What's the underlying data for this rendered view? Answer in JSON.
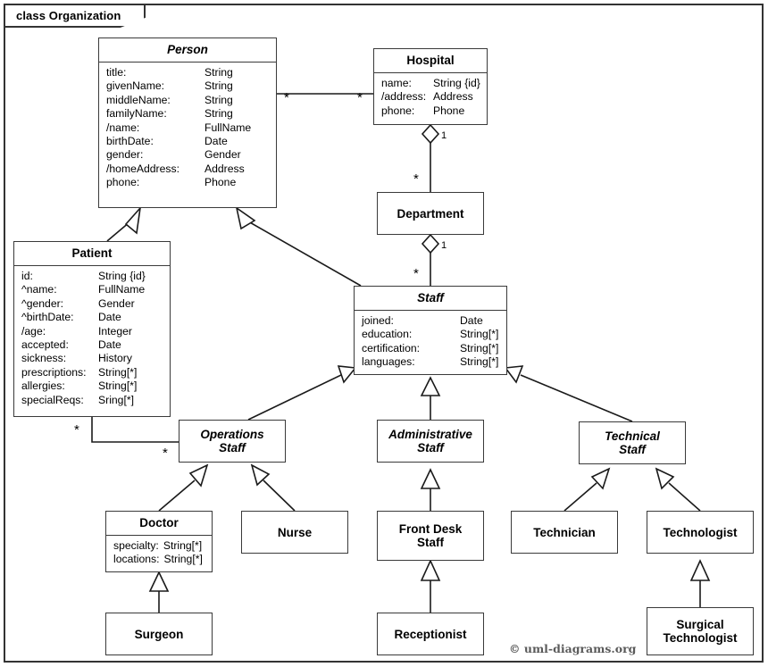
{
  "frame": {
    "label": "class Organization"
  },
  "credit": "© uml-diagrams.org",
  "classes": {
    "person": {
      "name": "Person",
      "attrs": [
        {
          "name": "title:",
          "type": "String"
        },
        {
          "name": "givenName:",
          "type": "String"
        },
        {
          "name": "middleName:",
          "type": "String"
        },
        {
          "name": "familyName:",
          "type": "String"
        },
        {
          "name": "/name:",
          "type": "FullName"
        },
        {
          "name": "birthDate:",
          "type": "Date"
        },
        {
          "name": "gender:",
          "type": "Gender"
        },
        {
          "name": "/homeAddress:",
          "type": "Address"
        },
        {
          "name": "phone:",
          "type": "Phone"
        }
      ]
    },
    "hospital": {
      "name": "Hospital",
      "attrs": [
        {
          "name": "name:",
          "type": "String {id}"
        },
        {
          "name": "/address:",
          "type": "Address"
        },
        {
          "name": "phone:",
          "type": "Phone"
        }
      ]
    },
    "department": {
      "name": "Department",
      "attrs": []
    },
    "patient": {
      "name": "Patient",
      "attrs": [
        {
          "name": "id:",
          "type": "String {id}"
        },
        {
          "name": "^name:",
          "type": "FullName"
        },
        {
          "name": "^gender:",
          "type": "Gender"
        },
        {
          "name": "^birthDate:",
          "type": "Date"
        },
        {
          "name": "/age:",
          "type": "Integer"
        },
        {
          "name": "accepted:",
          "type": "Date"
        },
        {
          "name": "sickness:",
          "type": "History"
        },
        {
          "name": "prescriptions:",
          "type": "String[*]"
        },
        {
          "name": "allergies:",
          "type": "String[*]"
        },
        {
          "name": "specialReqs:",
          "type": "Sring[*]"
        }
      ]
    },
    "staff": {
      "name": "Staff",
      "attrs": [
        {
          "name": "joined:",
          "type": "Date"
        },
        {
          "name": "education:",
          "type": "String[*]"
        },
        {
          "name": "certification:",
          "type": "String[*]"
        },
        {
          "name": "languages:",
          "type": "String[*]"
        }
      ]
    },
    "operations_staff": {
      "name": "Operations\nStaff",
      "attrs": []
    },
    "administrative_staff": {
      "name": "Administrative\nStaff",
      "attrs": []
    },
    "technical_staff": {
      "name": "Technical\nStaff",
      "attrs": []
    },
    "doctor": {
      "name": "Doctor",
      "attrs": [
        {
          "name": "specialty:",
          "type": "String[*]"
        },
        {
          "name": "locations:",
          "type": "String[*]"
        }
      ]
    },
    "nurse": {
      "name": "Nurse",
      "attrs": []
    },
    "front_desk_staff": {
      "name": "Front Desk\nStaff",
      "attrs": []
    },
    "technician": {
      "name": "Technician",
      "attrs": []
    },
    "technologist": {
      "name": "Technologist",
      "attrs": []
    },
    "surgeon": {
      "name": "Surgeon",
      "attrs": []
    },
    "receptionist": {
      "name": "Receptionist",
      "attrs": []
    },
    "surgical_technologist": {
      "name": "Surgical\nTechnologist",
      "attrs": []
    }
  },
  "multiplicities": {
    "person_hospital_person_end": "*",
    "person_hospital_hospital_end": "*",
    "hospital_department_hospital_end": "1",
    "hospital_department_department_end": "*",
    "department_staff_department_end": "1",
    "department_staff_staff_end": "*",
    "patient_operations_patient_end": "*",
    "patient_operations_operations_end": "*"
  },
  "colors": {
    "line": "#1a1a1a",
    "box_border": "#3a3a3a",
    "frame_border": "#333333",
    "background": "#ffffff",
    "credit_text": "#5a5a5a"
  }
}
